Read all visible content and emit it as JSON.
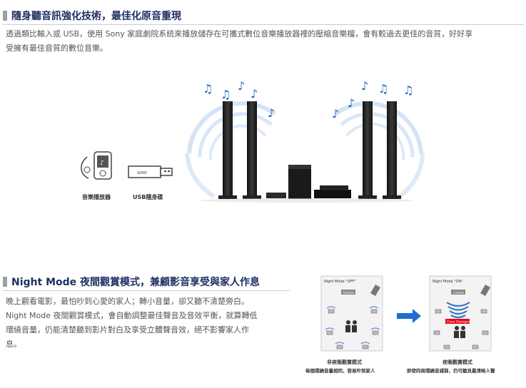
{
  "section1": {
    "title": "隨身聽音訊強化技術，最佳化原音重現",
    "body_line1": "透過類比輸入或 USB，使用 Sony 家庭劇院系統來播放儲存在可攜式數位音樂播放器裡的壓縮音樂檔，會有較過去更佳的音質，好好享",
    "body_line2": "受擁有最佳音質的數位音樂。",
    "figure": {
      "player_label": "音樂播放器",
      "usb_label": "USB隨身碟",
      "usb_brand": "SONY"
    }
  },
  "section2": {
    "title": "Night Mode 夜間觀賞模式，兼顧影音享受與家人作息",
    "body_line1": "晚上觀看電影，最怕吵到心愛的家人；轉小音量，卻又聽不清楚旁白。",
    "body_line2": "Night Mode 夜間觀賞模式，會自動調整最佳聲音及音效平衡，就算轉低",
    "body_line3": "環繞音量，仍能清楚聽到影片對白及享受立體聲音效，絕不影響家人作",
    "body_line4": "息。",
    "diagram_off": {
      "header": "Night Mode \"OFF\"",
      "center_label": "Centre",
      "caption1": "非夜晚觀賞模式",
      "caption2": "每個環繞音量相同，容易吵到家人"
    },
    "diagram_on": {
      "header": "Night Mode \"ON\"",
      "center_label": "Centre",
      "clear_label": "Clear Dialogue",
      "caption1": "夜晚觀賞模式",
      "caption2": "即使四周環繞音減弱，仍可聽見最清晰人聲"
    }
  },
  "colors": {
    "title": "#1d2f63",
    "accent_red": "#e60012",
    "wave_blue": "#3a78c8",
    "arrow_blue": "#1a6fd0"
  }
}
